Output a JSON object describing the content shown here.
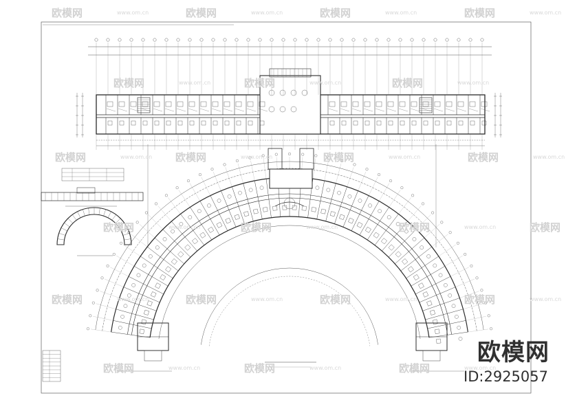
{
  "watermark": {
    "brand": "欧模网",
    "url": "www.om.cn"
  },
  "branding": {
    "logo_text": "欧模网",
    "id_text": "ID:2925057"
  },
  "colors": {
    "line": "#2a2a2a",
    "grid": "#555555",
    "watermark": "#d2d2d2",
    "background": "#ffffff"
  }
}
